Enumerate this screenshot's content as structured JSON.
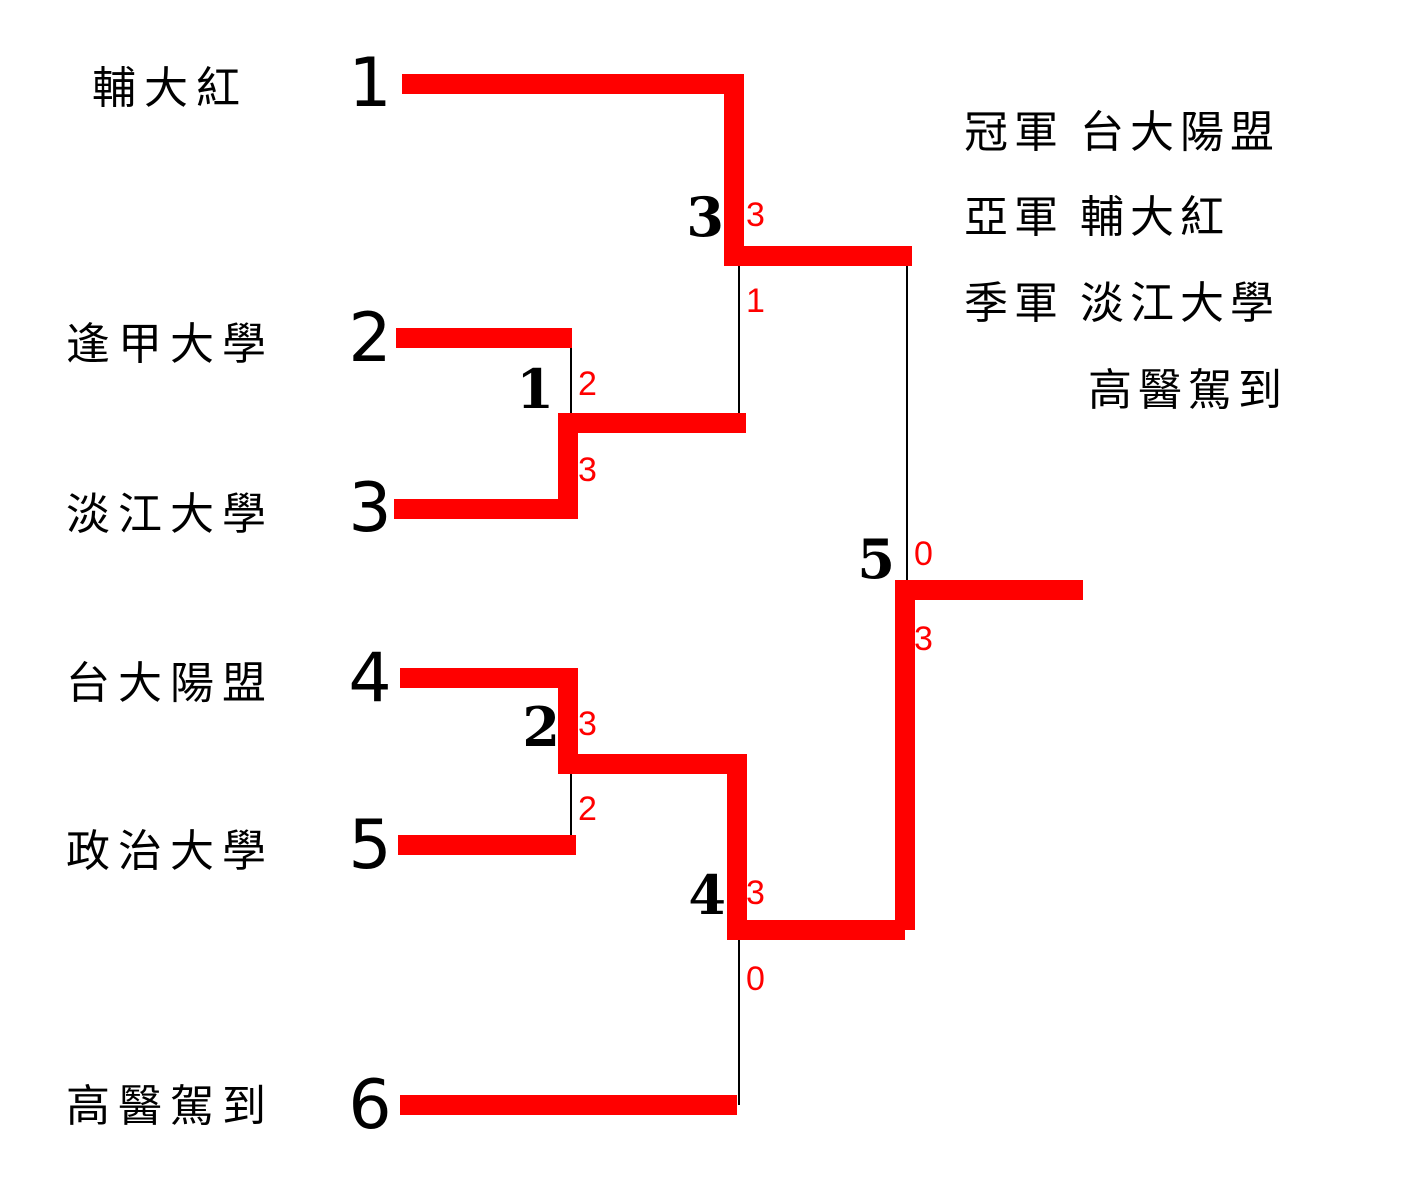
{
  "teams": [
    {
      "seed": "1",
      "name": "輔大紅"
    },
    {
      "seed": "2",
      "name": "逢甲大學"
    },
    {
      "seed": "3",
      "name": "淡江大學"
    },
    {
      "seed": "4",
      "name": "台大陽盟"
    },
    {
      "seed": "5",
      "name": "政治大學"
    },
    {
      "seed": "6",
      "name": "高醫駕到"
    }
  ],
  "matches": [
    {
      "number": "1",
      "score_top": "2",
      "score_bottom": "3"
    },
    {
      "number": "2",
      "score_top": "3",
      "score_bottom": "2"
    },
    {
      "number": "3",
      "score_top": "3",
      "score_bottom": "1"
    },
    {
      "number": "4",
      "score_top": "3",
      "score_bottom": "0"
    },
    {
      "number": "5",
      "score_top": "0",
      "score_bottom": "3"
    }
  ],
  "results": [
    {
      "label": "冠軍",
      "team": "台大陽盟"
    },
    {
      "label": "亞軍",
      "team": "輔大紅"
    },
    {
      "label": "季軍",
      "team": "淡江大學"
    },
    {
      "label": "",
      "team": "高醫駕到"
    }
  ],
  "colors": {
    "winner_path": "#ff0000",
    "loser_path": "#000000",
    "score": "#ff0000",
    "text": "#000000"
  }
}
